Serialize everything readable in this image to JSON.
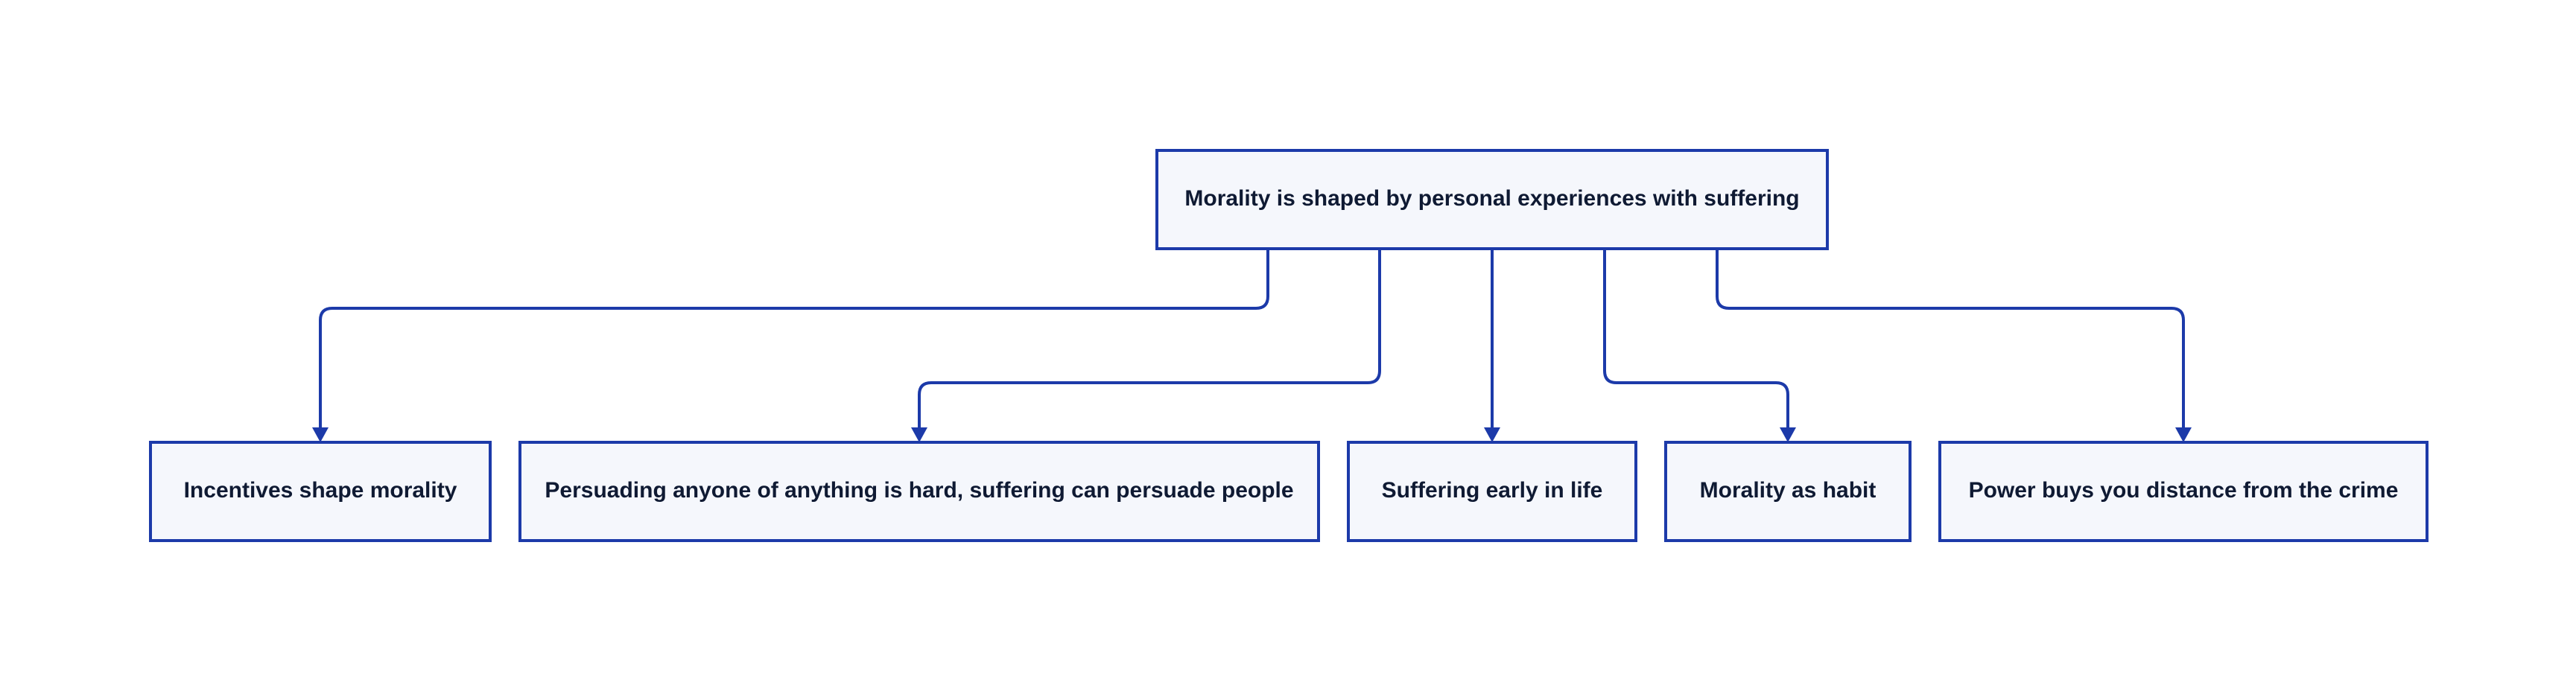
{
  "diagram": {
    "root": {
      "label": "Morality is shaped by personal experiences with suffering"
    },
    "children": [
      {
        "label": "Incentives shape morality"
      },
      {
        "label": "Persuading anyone of anything is hard, suffering can persuade people"
      },
      {
        "label": "Suffering early in life"
      },
      {
        "label": "Morality as habit"
      },
      {
        "label": "Power buys you distance from the crime"
      }
    ],
    "colors": {
      "stroke": "#1c3aa9",
      "fill": "#f5f7fc",
      "text": "#0f1a33"
    }
  }
}
